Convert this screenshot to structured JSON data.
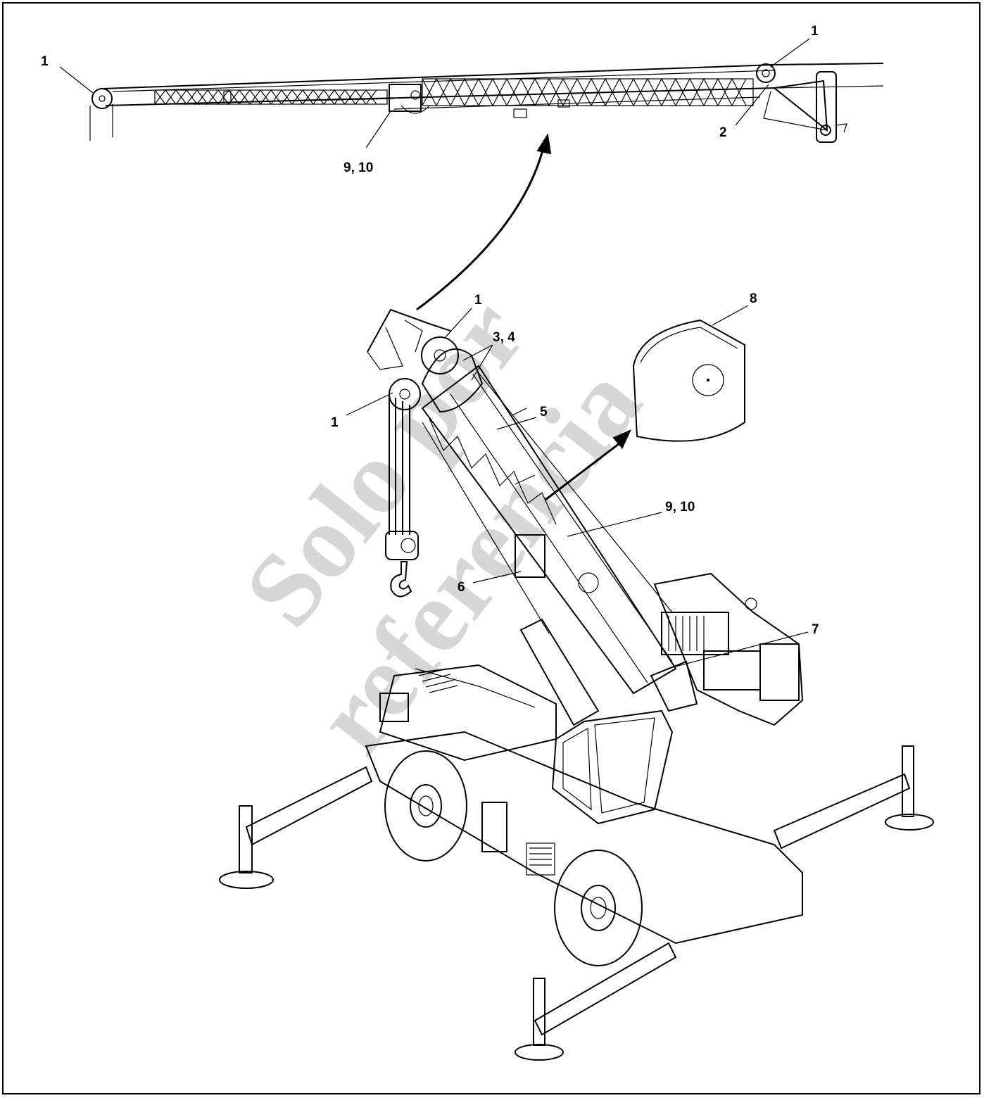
{
  "watermark": {
    "line1": "Solo por",
    "line2": "referencia"
  },
  "callouts": {
    "top_left_1": "1",
    "top_right_1": "1",
    "top_2": "2",
    "top_9_10": "9, 10",
    "crane_1_upper": "1",
    "crane_1_lower": "1",
    "crane_3_4": "3, 4",
    "crane_5": "5",
    "crane_6": "6",
    "crane_7": "7",
    "crane_8": "8",
    "crane_9_10": "9, 10"
  },
  "colors": {
    "line": "#000000",
    "watermark": "#cfcfcf",
    "background": "#ffffff"
  }
}
